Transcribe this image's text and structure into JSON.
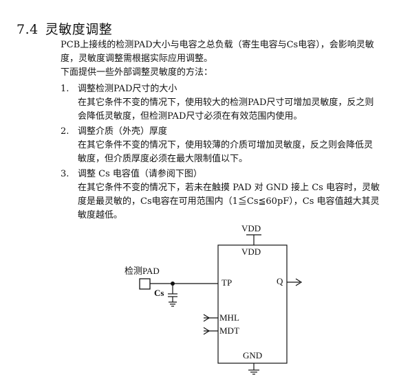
{
  "section": {
    "number": "7.4",
    "title": "灵敏度调整"
  },
  "intro": {
    "line1": "PCB上接线的检测PAD大小与电容之总负载（寄生电容与Cs电容），会影响灵敏",
    "line2": "度，灵敏度调整需根据实际应用调整。",
    "line3": "下面提供一些外部调整灵敏度的方法："
  },
  "methods": [
    {
      "num": "1.",
      "title": "调整检测PAD尺寸的大小",
      "lines": [
        "在其它条件不变的情况下，使用较大的检测PAD尺寸可增加灵敏度，反之则",
        "会降低灵敏度，但检测PAD尺寸必须在有效范围内使用。"
      ]
    },
    {
      "num": "2.",
      "title": "调整介质（外壳）厚度",
      "lines": [
        "在其它条件不变的情况下，使用较薄的介质可增加灵敏度，反之则会降低灵",
        "敏度，但介质厚度必须在最大限制值以下。"
      ]
    },
    {
      "num": "3.",
      "title": "调整 Cs 电容值（请参阅下图）",
      "lines": [
        "在其它条件不变的情况下，若未在触摸 PAD 对 GND 接上 Cs 电容时，灵敏",
        "度是最灵敏的，Cs电容在可用范围内（1≦Cs≦60pF），Cs 电容值越大其灵",
        "敏度越低。"
      ]
    }
  ],
  "diagram": {
    "vdd_supply": "VDD",
    "vdd_pin": "VDD",
    "gnd_pin": "GND",
    "tp_pin": "TP",
    "q_pin": "Q",
    "mhl_pin": "MHL",
    "mdt_pin": "MDT",
    "pad_label": "检测PAD",
    "cs_label": "Cs"
  }
}
